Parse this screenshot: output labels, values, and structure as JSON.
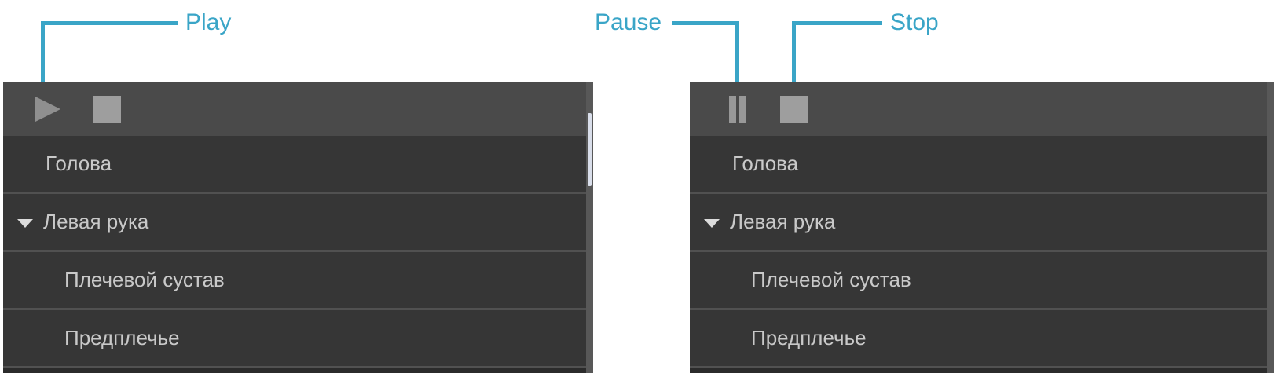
{
  "callouts": {
    "accent_color": "#3AA5C7",
    "play": {
      "label": "Play"
    },
    "pause": {
      "label": "Pause"
    },
    "stop": {
      "label": "Stop"
    }
  },
  "left_panel": {
    "toolbar": {
      "buttons": [
        {
          "icon": "play-icon"
        },
        {
          "icon": "stop-icon"
        }
      ]
    },
    "rows": [
      {
        "label": "Голова",
        "level": 1
      },
      {
        "label": "Левая рука",
        "level": 0,
        "expanded": true
      },
      {
        "label": "Плечевой сустав",
        "level": 2
      },
      {
        "label": "Предплечье",
        "level": 2
      }
    ]
  },
  "right_panel": {
    "toolbar": {
      "buttons": [
        {
          "icon": "pause-icon"
        },
        {
          "icon": "stop-icon"
        }
      ]
    },
    "rows": [
      {
        "label": "Голова",
        "level": 1
      },
      {
        "label": "Левая рука",
        "level": 0,
        "expanded": true
      },
      {
        "label": "Плечевой сустав",
        "level": 2
      },
      {
        "label": "Предплечье",
        "level": 2
      }
    ]
  }
}
